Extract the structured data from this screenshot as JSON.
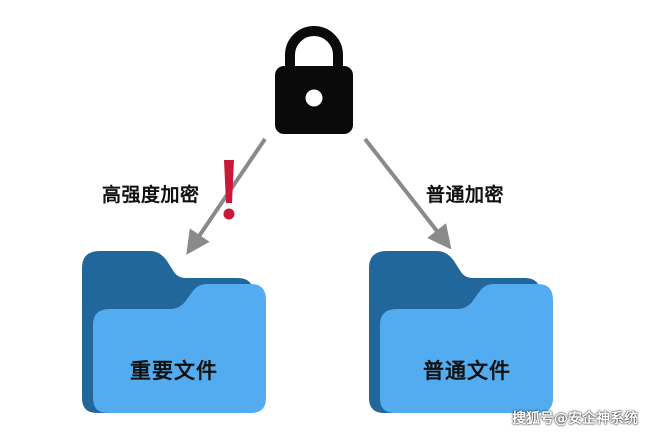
{
  "diagram": {
    "lock_icon": "padlock-icon",
    "warning_icon": "exclamation-icon",
    "left_arrow_label": "高强度加密",
    "right_arrow_label": "普通加密",
    "left_folder_label": "重要文件",
    "right_folder_label": "普通文件"
  },
  "watermark": "搜狐号@安企神系统",
  "colors": {
    "lock": "#0a0a0a",
    "arrow": "#8a8a8a",
    "folder_back": "#22679c",
    "folder_front": "#52acef",
    "warning": "#c8193a"
  }
}
